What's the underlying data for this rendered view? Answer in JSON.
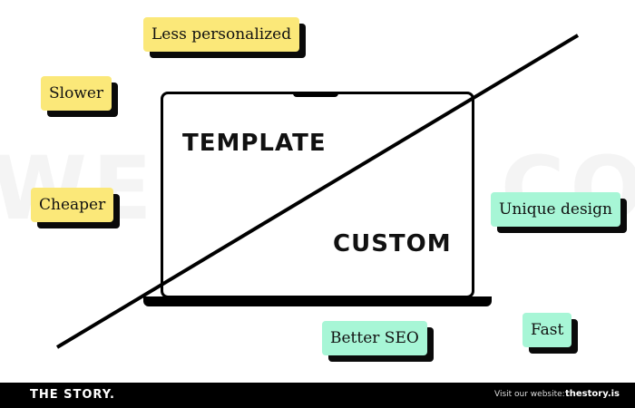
{
  "watermark": "WEBSITE COST",
  "laptop": {
    "top_label": "TEMPLATE",
    "bottom_label": "CUSTOM"
  },
  "tags": {
    "less_personalized": "Less personalized",
    "slower": "Slower",
    "cheaper": "Cheaper",
    "unique_design": "Unique design",
    "better_seo": "Better SEO",
    "fast": "Fast"
  },
  "colors": {
    "yellow_tag": "#fbe879",
    "green_tag": "#a7f6d6",
    "ink": "#000000"
  },
  "footer": {
    "brand": "THE STORY.",
    "visit_label": "Visit our website:",
    "url": "thestory.is"
  }
}
